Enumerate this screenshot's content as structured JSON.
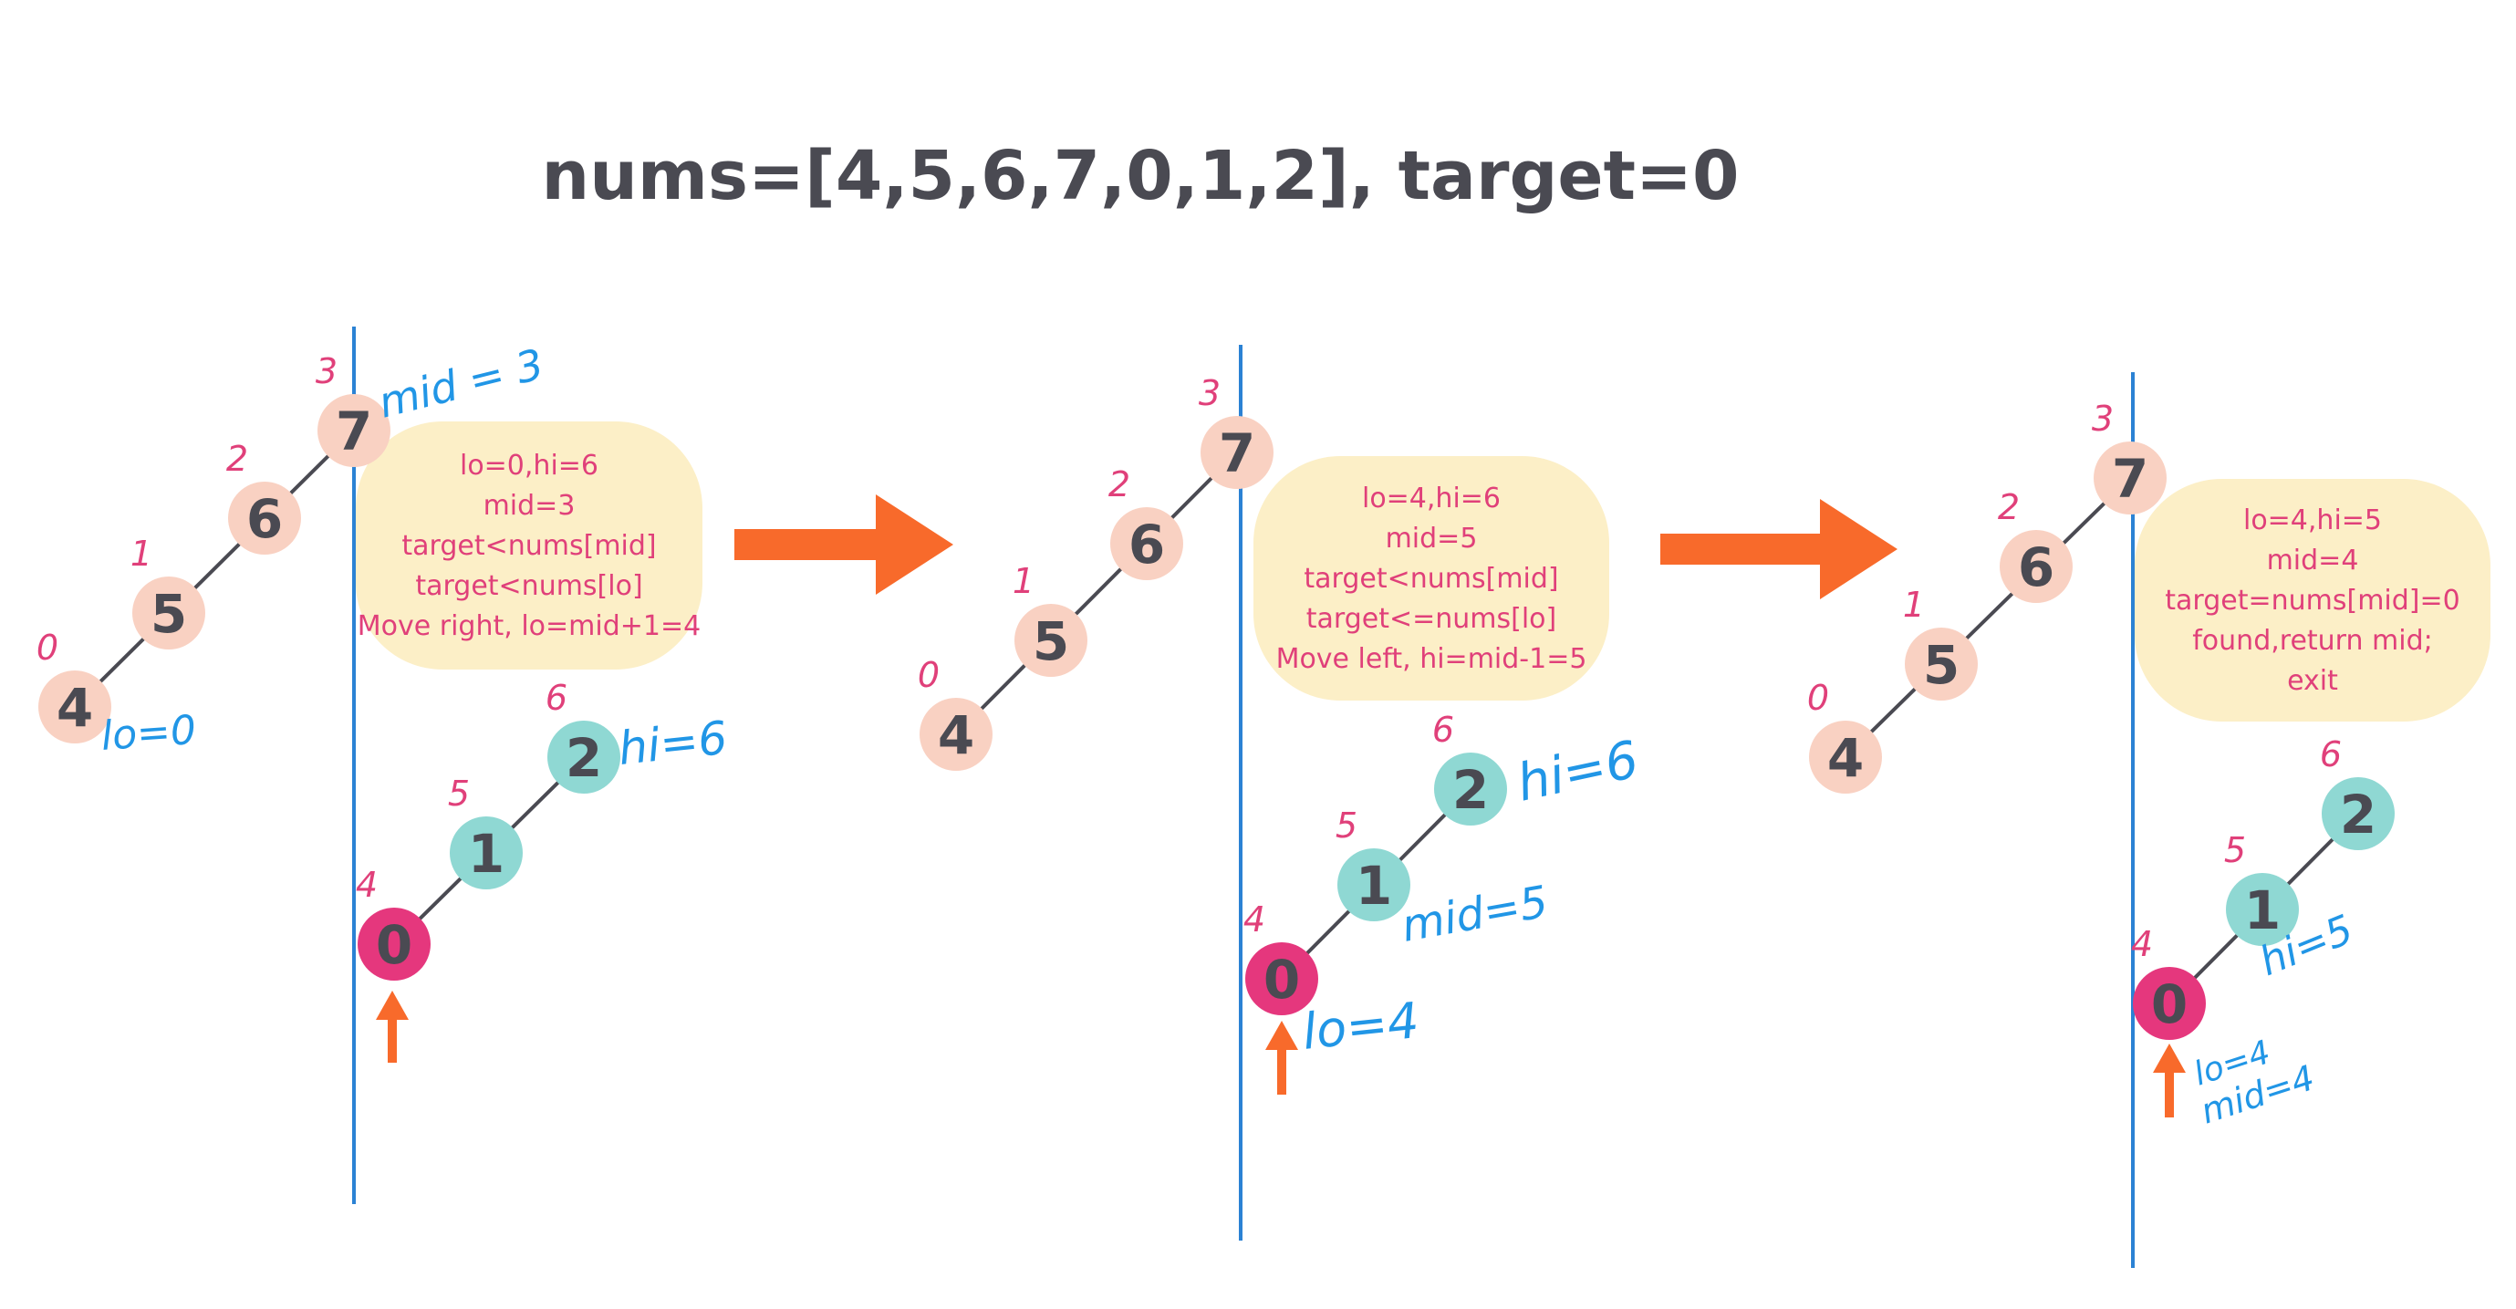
{
  "title": "nums=[4,5,6,7,0,1,2], target=0",
  "colors": {
    "left_node": "#f9d1c2",
    "right_node": "#8fd8d3",
    "target_node": "#e5377d",
    "divider": "#2b82d4",
    "arrow": "#f86a2b",
    "note_bg": "#fcefc7",
    "note_text": "#e0407a",
    "hand_note": "#2196e6",
    "index_text": "#e0407a"
  },
  "panels": [
    {
      "left_nodes": [
        {
          "value": "4",
          "index": "0"
        },
        {
          "value": "5",
          "index": "1"
        },
        {
          "value": "6",
          "index": "2"
        },
        {
          "value": "7",
          "index": "3"
        }
      ],
      "right_nodes": [
        {
          "value": "0",
          "index": "4"
        },
        {
          "value": "1",
          "index": "5"
        },
        {
          "value": "2",
          "index": "6"
        }
      ],
      "note_lines": [
        "lo=0,hi=6",
        "mid=3",
        "target<nums[mid]",
        "target<nums[lo]",
        "Move right, lo=mid+1=4"
      ],
      "hand_notes": [
        "mid = 3",
        "lo=0",
        "hi=6"
      ]
    },
    {
      "left_nodes": [
        {
          "value": "4",
          "index": "0"
        },
        {
          "value": "5",
          "index": "1"
        },
        {
          "value": "6",
          "index": "2"
        },
        {
          "value": "7",
          "index": "3"
        }
      ],
      "right_nodes": [
        {
          "value": "0",
          "index": "4"
        },
        {
          "value": "1",
          "index": "5"
        },
        {
          "value": "2",
          "index": "6"
        }
      ],
      "note_lines": [
        "lo=4,hi=6",
        "mid=5",
        "target<nums[mid]",
        "target<=nums[lo]",
        "Move left, hi=mid-1=5"
      ],
      "hand_notes": [
        "hi=6",
        "mid=5",
        "lo=4"
      ]
    },
    {
      "left_nodes": [
        {
          "value": "4",
          "index": "0"
        },
        {
          "value": "5",
          "index": "1"
        },
        {
          "value": "6",
          "index": "2"
        },
        {
          "value": "7",
          "index": "3"
        }
      ],
      "right_nodes": [
        {
          "value": "0",
          "index": "4"
        },
        {
          "value": "1",
          "index": "5"
        },
        {
          "value": "2",
          "index": "6"
        }
      ],
      "note_lines": [
        "lo=4,hi=5",
        "mid=4",
        "target=nums[mid]=0",
        "found,return mid;",
        "exit"
      ],
      "hand_notes": [
        "hi=5",
        "lo=4",
        "mid=4"
      ]
    }
  ]
}
